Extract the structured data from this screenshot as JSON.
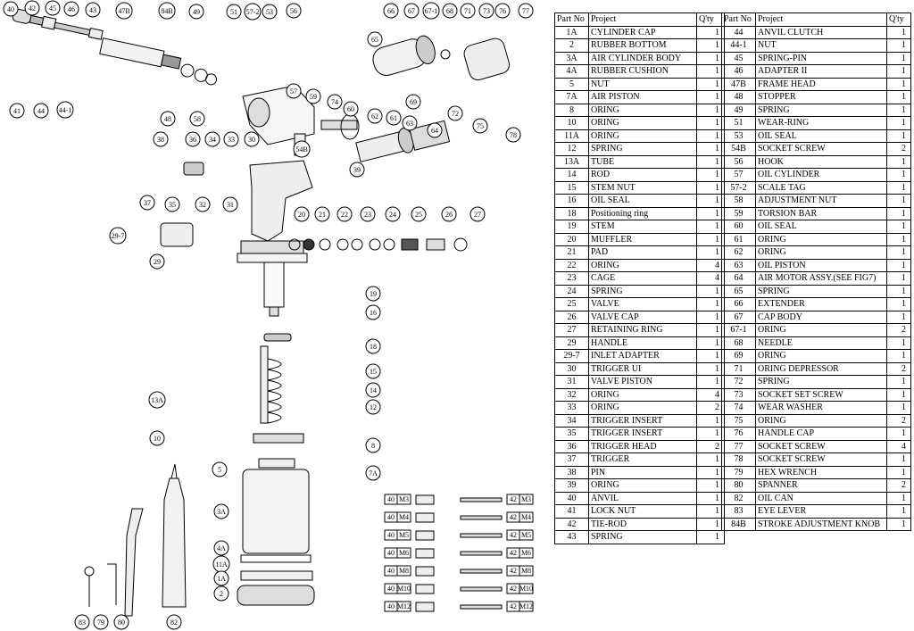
{
  "table": {
    "headers": {
      "part_no": "Part No",
      "project": "Project",
      "qty": "Q'ty"
    },
    "left_rows": [
      {
        "no": "1A",
        "name": "CYLINDER CAP",
        "qty": "1"
      },
      {
        "no": "2",
        "name": "RUBBER BOTTOM",
        "qty": "1"
      },
      {
        "no": "3A",
        "name": "AIR CYLINDER BODY",
        "qty": "1"
      },
      {
        "no": "4A",
        "name": "RUBBER CUSHION",
        "qty": "1"
      },
      {
        "no": "5",
        "name": "NUT",
        "qty": "1"
      },
      {
        "no": "7A",
        "name": "AIR PISTON",
        "qty": "1"
      },
      {
        "no": "8",
        "name": "ORING",
        "qty": "1"
      },
      {
        "no": "10",
        "name": "ORING",
        "qty": "1"
      },
      {
        "no": "11A",
        "name": "ORING",
        "qty": "1"
      },
      {
        "no": "12",
        "name": "SPRING",
        "qty": "1"
      },
      {
        "no": "13A",
        "name": "TUBE",
        "qty": "1"
      },
      {
        "no": "14",
        "name": "ROD",
        "qty": "1"
      },
      {
        "no": "15",
        "name": "STEM NUT",
        "qty": "1"
      },
      {
        "no": "16",
        "name": "OIL SEAL",
        "qty": "1"
      },
      {
        "no": "18",
        "name": "Positioning ring",
        "qty": "1"
      },
      {
        "no": "19",
        "name": "STEM",
        "qty": "1"
      },
      {
        "no": "20",
        "name": "MUFFLER",
        "qty": "1"
      },
      {
        "no": "21",
        "name": "PAD",
        "qty": "1"
      },
      {
        "no": "22",
        "name": "ORING",
        "qty": "4"
      },
      {
        "no": "23",
        "name": "CAGE",
        "qty": "4"
      },
      {
        "no": "24",
        "name": "SPRING",
        "qty": "1"
      },
      {
        "no": "25",
        "name": "VALVE",
        "qty": "1"
      },
      {
        "no": "26",
        "name": "VALVE CAP",
        "qty": "1"
      },
      {
        "no": "27",
        "name": "RETAINING RING",
        "qty": "1"
      },
      {
        "no": "29",
        "name": "HANDLE",
        "qty": "1"
      },
      {
        "no": "29-7",
        "name": "INLET ADAPTER",
        "qty": "1"
      },
      {
        "no": "30",
        "name": "TRIGGER UI",
        "qty": "1"
      },
      {
        "no": "31",
        "name": "VALVE PISTON",
        "qty": "1"
      },
      {
        "no": "32",
        "name": "ORING",
        "qty": "4"
      },
      {
        "no": "33",
        "name": "ORING",
        "qty": "2"
      },
      {
        "no": "34",
        "name": "TRIGGER INSERT",
        "qty": "1"
      },
      {
        "no": "35",
        "name": "TRIGGER INSERT",
        "qty": "1"
      },
      {
        "no": "36",
        "name": "TRIGGER HEAD",
        "qty": "2"
      },
      {
        "no": "37",
        "name": "TRIGGER",
        "qty": "1"
      },
      {
        "no": "38",
        "name": "PIN",
        "qty": "1"
      },
      {
        "no": "39",
        "name": "ORING",
        "qty": "1"
      },
      {
        "no": "40",
        "name": "ANVIL",
        "qty": "1"
      },
      {
        "no": "41",
        "name": "LOCK NUT",
        "qty": "1"
      },
      {
        "no": "42",
        "name": "TIE-ROD",
        "qty": "1"
      },
      {
        "no": "43",
        "name": "SPRING",
        "qty": "1"
      }
    ],
    "right_rows": [
      {
        "no": "44",
        "name": "ANVIL CLUTCH",
        "qty": "1"
      },
      {
        "no": "44-1",
        "name": "NUT",
        "qty": "1"
      },
      {
        "no": "45",
        "name": "SPRING-PIN",
        "qty": "1"
      },
      {
        "no": "46",
        "name": "ADAPTER II",
        "qty": "1"
      },
      {
        "no": "47B",
        "name": "FRAME HEAD",
        "qty": "1"
      },
      {
        "no": "48",
        "name": "STOPPER",
        "qty": "1"
      },
      {
        "no": "49",
        "name": "SPRING",
        "qty": "1"
      },
      {
        "no": "51",
        "name": "WEAR-RING",
        "qty": "1"
      },
      {
        "no": "53",
        "name": "OIL SEAL",
        "qty": "1"
      },
      {
        "no": "54B",
        "name": "SOCKET SCREW",
        "qty": "2"
      },
      {
        "no": "56",
        "name": "HOOK",
        "qty": "1"
      },
      {
        "no": "57",
        "name": "OIL CYLINDER",
        "qty": "1"
      },
      {
        "no": "57-2",
        "name": "SCALE TAG",
        "qty": "1"
      },
      {
        "no": "58",
        "name": "ADJUSTMENT NUT",
        "qty": "1"
      },
      {
        "no": "59",
        "name": "TORSION BAR",
        "qty": "1"
      },
      {
        "no": "60",
        "name": "OIL SEAL",
        "qty": "1"
      },
      {
        "no": "61",
        "name": "ORING",
        "qty": "1"
      },
      {
        "no": "62",
        "name": "ORING",
        "qty": "1"
      },
      {
        "no": "63",
        "name": "OIL PISTON",
        "qty": "1"
      },
      {
        "no": "64",
        "name": "AIR MOTOR ASSY.(SEE FIG7)",
        "qty": "1"
      },
      {
        "no": "65",
        "name": "SPRING",
        "qty": "1"
      },
      {
        "no": "66",
        "name": "EXTENDER",
        "qty": "1"
      },
      {
        "no": "67",
        "name": "CAP BODY",
        "qty": "1"
      },
      {
        "no": "67-1",
        "name": "ORING",
        "qty": "2"
      },
      {
        "no": "68",
        "name": "NEEDLE",
        "qty": "1"
      },
      {
        "no": "69",
        "name": "ORING",
        "qty": "1"
      },
      {
        "no": "71",
        "name": "ORING DEPRESSOR",
        "qty": "2"
      },
      {
        "no": "72",
        "name": "SPRING",
        "qty": "1"
      },
      {
        "no": "73",
        "name": "SOCKET SET SCREW",
        "qty": "1"
      },
      {
        "no": "74",
        "name": "WEAR WASHER",
        "qty": "1"
      },
      {
        "no": "75",
        "name": "ORING",
        "qty": "2"
      },
      {
        "no": "76",
        "name": "HANDLE CAP",
        "qty": "1"
      },
      {
        "no": "77",
        "name": "SOCKET SCREW",
        "qty": "4"
      },
      {
        "no": "78",
        "name": "SOCKET SCREW",
        "qty": "1"
      },
      {
        "no": "79",
        "name": "HEX WRENCH",
        "qty": "1"
      },
      {
        "no": "80",
        "name": "SPANNER",
        "qty": "2"
      },
      {
        "no": "82",
        "name": "OIL CAN",
        "qty": "1"
      },
      {
        "no": "83",
        "name": "EYE LEVER",
        "qty": "1"
      },
      {
        "no": "84B",
        "name": "STROKE ADJUSTMENT KNOB",
        "qty": "1"
      }
    ]
  },
  "callouts": [
    "40",
    "42",
    "45",
    "46",
    "43",
    "47B",
    "84B",
    "49",
    "51",
    "57-2",
    "53",
    "56",
    "66",
    "67",
    "67-1",
    "68",
    "71",
    "73",
    "76",
    "77",
    "65",
    "69",
    "72",
    "75",
    "78",
    "41",
    "44",
    "44-1",
    "48",
    "58",
    "57",
    "59",
    "74",
    "60",
    "62",
    "61",
    "63",
    "64",
    "54B",
    "39",
    "38",
    "36",
    "34",
    "33",
    "30",
    "37",
    "35",
    "32",
    "31",
    "29-7",
    "29",
    "20",
    "21",
    "22",
    "23",
    "24",
    "25",
    "26",
    "27",
    "19",
    "16",
    "18",
    "15",
    "14",
    "12",
    "13A",
    "10",
    "8",
    "7A",
    "5",
    "3A",
    "4A",
    "11A",
    "1A",
    "2",
    "83",
    "79",
    "80",
    "82"
  ],
  "thread_sizes": [
    {
      "anvil": "40",
      "rod": "42",
      "size": "M3"
    },
    {
      "anvil": "40",
      "rod": "42",
      "size": "M4"
    },
    {
      "anvil": "40",
      "rod": "42",
      "size": "M5"
    },
    {
      "anvil": "40",
      "rod": "42",
      "size": "M6"
    },
    {
      "anvil": "40",
      "rod": "42",
      "size": "M8"
    },
    {
      "anvil": "40",
      "rod": "42",
      "size": "M10"
    },
    {
      "anvil": "40",
      "rod": "42",
      "size": "M12"
    }
  ]
}
